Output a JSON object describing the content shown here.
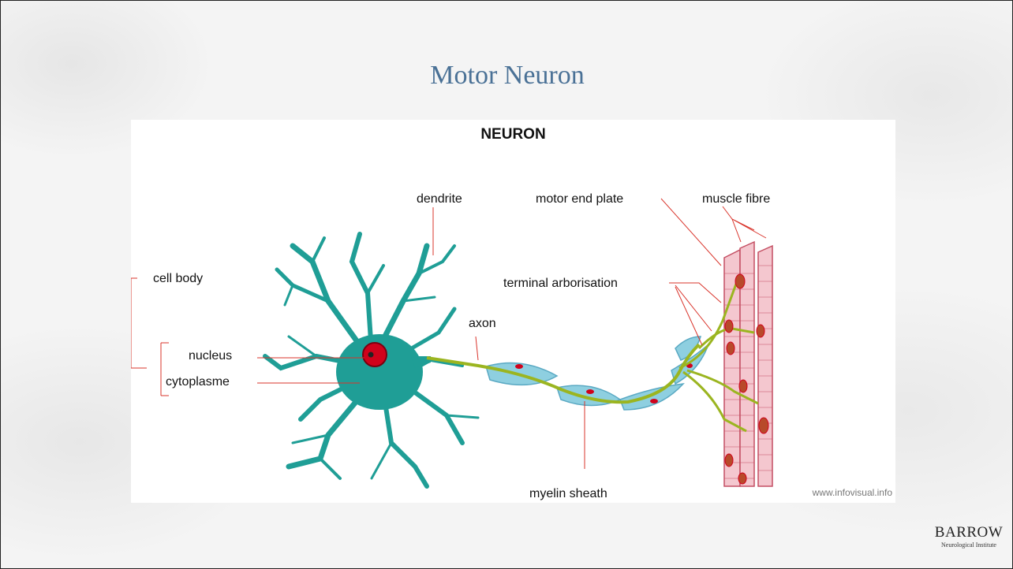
{
  "slide": {
    "title": "Motor Neuron"
  },
  "figure": {
    "heading": "NEURON",
    "labels": {
      "dendrite": "dendrite",
      "motor_end_plate": "motor end plate",
      "muscle_fibre": "muscle fibre",
      "cell_body": "cell body",
      "terminal_arborisation": "terminal arborisation",
      "axon": "axon",
      "nucleus": "nucleus",
      "cytoplasme": "cytoplasme",
      "myelin_sheath": "myelin sheath"
    },
    "credit": "www.infovisual.info",
    "colors": {
      "neuron": "#1f9e96",
      "nucleus": "#d0021b",
      "axon": "#9bb520",
      "myelin": "#8ecfe0",
      "muscle": "#f4c7cf",
      "leader": "#d9342b"
    }
  },
  "logo": {
    "name": "BARROW",
    "subtitle": "Neurological Institute"
  }
}
